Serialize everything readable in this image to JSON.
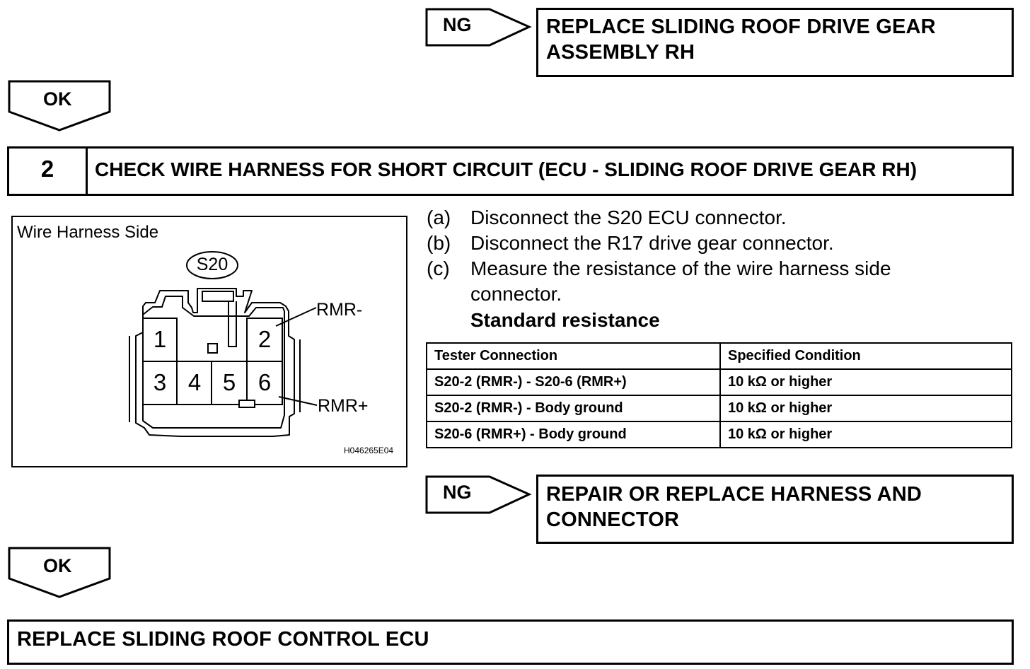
{
  "top_ng": {
    "arrow_label": "NG",
    "result_line1": "REPLACE SLIDING ROOF DRIVE GEAR",
    "result_line2": "ASSEMBLY RH"
  },
  "ok_1": {
    "label": "OK"
  },
  "step": {
    "number": "2",
    "title": "CHECK WIRE HARNESS FOR SHORT CIRCUIT (ECU - SLIDING ROOF DRIVE GEAR RH)"
  },
  "diagram": {
    "title": "Wire Harness Side",
    "connector_id": "S20",
    "pins": [
      "1",
      "2",
      "3",
      "4",
      "5",
      "6"
    ],
    "wire_labels": {
      "pin2": "RMR-",
      "pin6": "RMR+"
    },
    "figure_id": "H046265E04"
  },
  "instructions": [
    {
      "label": "(a)",
      "text": "Disconnect the S20 ECU connector."
    },
    {
      "label": "(b)",
      "text": "Disconnect the R17 drive gear connector."
    },
    {
      "label": "(c)",
      "text": "Measure the resistance of the wire harness side",
      "text2": "connector."
    }
  ],
  "standard_heading": "Standard resistance",
  "table": {
    "headers": [
      "Tester Connection",
      "Specified Condition"
    ],
    "rows": [
      [
        "S20-2 (RMR-) - S20-6 (RMR+)",
        "10 kΩ or higher"
      ],
      [
        "S20-2 (RMR-) - Body ground",
        "10 kΩ or higher"
      ],
      [
        "S20-6 (RMR+) - Body ground",
        "10 kΩ or higher"
      ]
    ]
  },
  "bottom_ng": {
    "arrow_label": "NG",
    "result_line1": "REPAIR OR REPLACE HARNESS AND",
    "result_line2": "CONNECTOR"
  },
  "ok_2": {
    "label": "OK"
  },
  "final": {
    "text": "REPLACE SLIDING ROOF CONTROL ECU"
  }
}
